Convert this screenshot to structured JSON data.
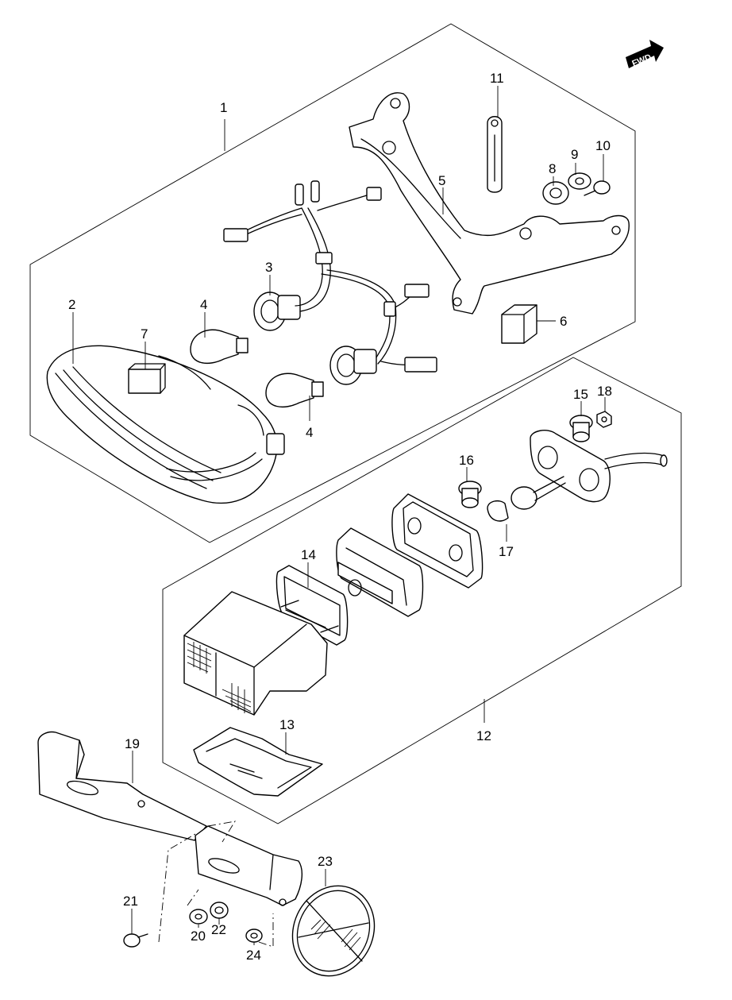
{
  "fwd_label": "FWD",
  "labels": {
    "p1": "1",
    "p2": "2",
    "p3": "3",
    "p4a": "4",
    "p4b": "4",
    "p5": "5",
    "p6": "6",
    "p7": "7",
    "p8": "8",
    "p9": "9",
    "p10": "10",
    "p11": "11",
    "p12": "12",
    "p13": "13",
    "p14": "14",
    "p15": "15",
    "p16": "16",
    "p17": "17",
    "p18": "18",
    "p19": "19",
    "p20": "20",
    "p21": "21",
    "p22": "22",
    "p23": "23",
    "p24": "24"
  }
}
